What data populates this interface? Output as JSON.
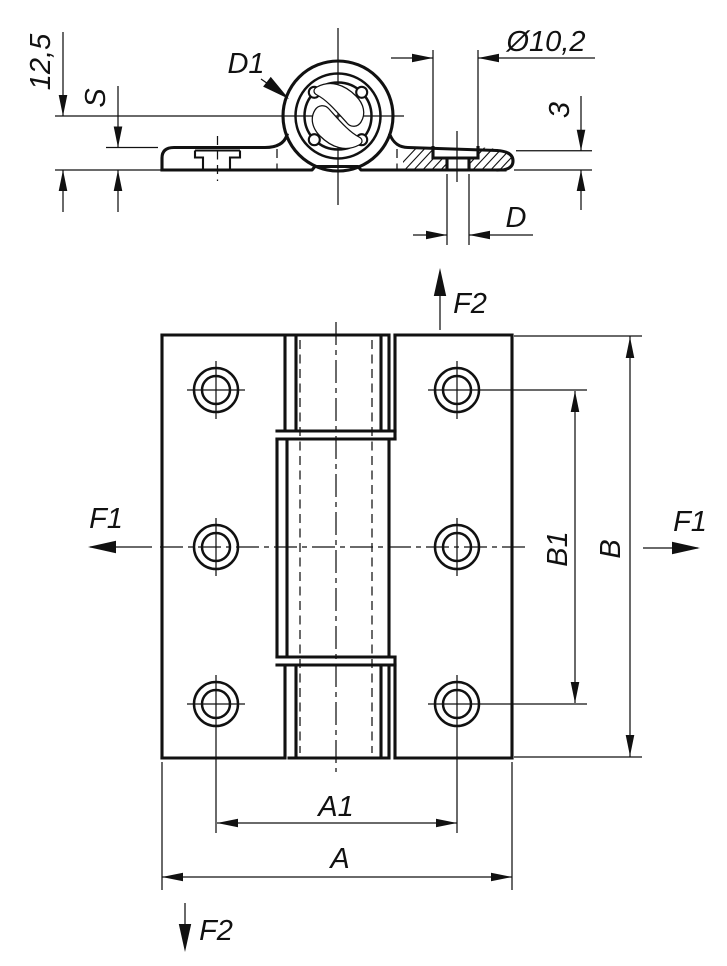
{
  "labels": {
    "dim_12_5": "12,5",
    "dim_s": "S",
    "dim_d1": "D1",
    "dim_dia_10_2": "Ø10,2",
    "dim_3": "3",
    "dim_d": "D",
    "dim_b1": "B1",
    "dim_b": "B",
    "dim_a1": "A1",
    "dim_a": "A",
    "force_f1_left": "F1",
    "force_f1_right": "F1",
    "force_f2_top": "F2",
    "force_f2_bottom": "F2"
  },
  "colors": {
    "line": "#111111",
    "background": "#ffffff"
  }
}
